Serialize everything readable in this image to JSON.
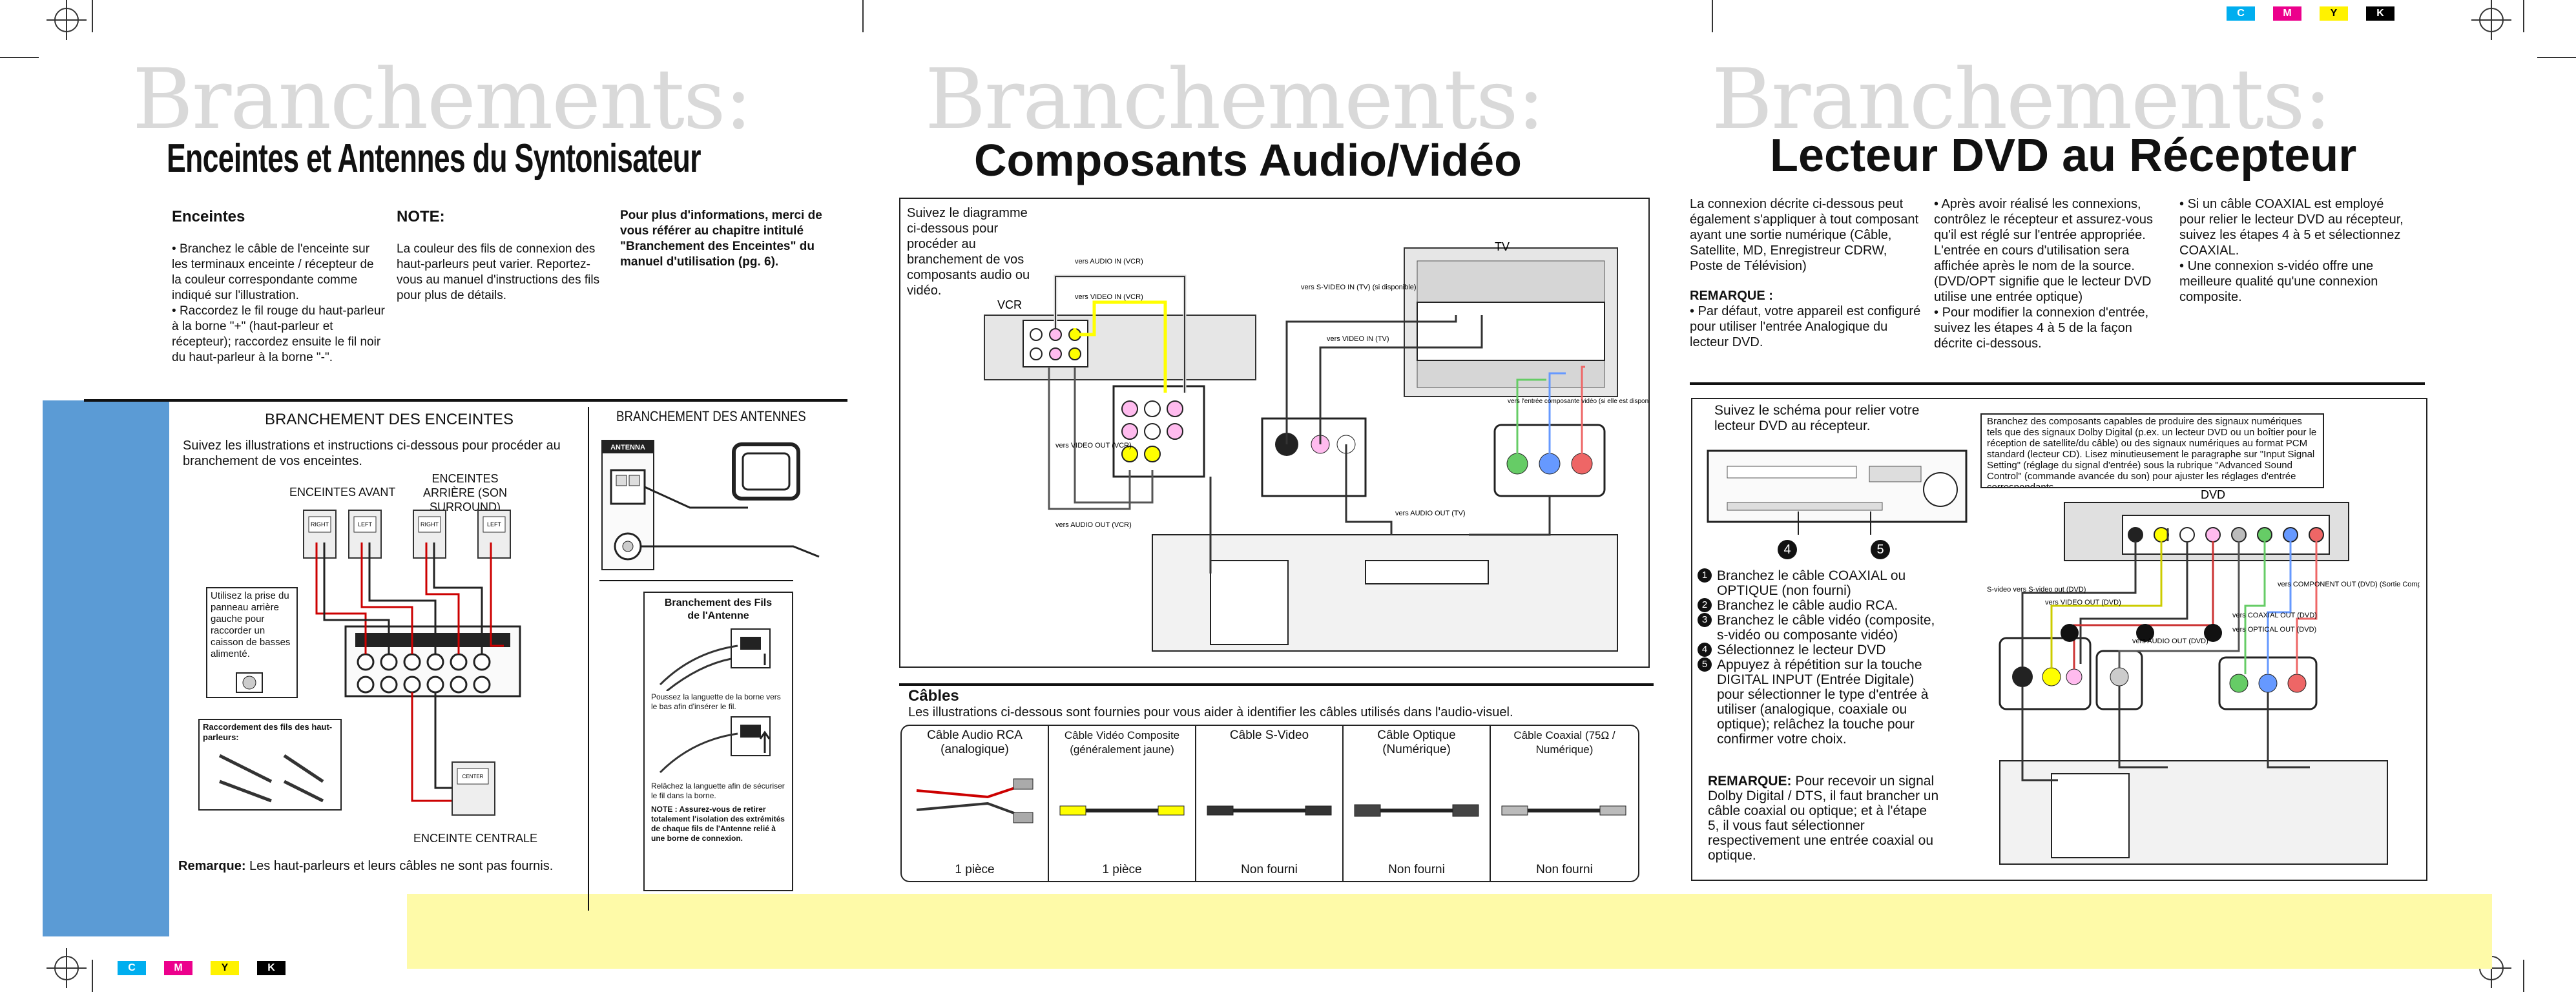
{
  "registration": {
    "cmyk": [
      "C",
      "M",
      "Y",
      "K"
    ],
    "colors": {
      "C": "#00aeef",
      "M": "#ec008c",
      "Y": "#fff200",
      "K": "#000000"
    }
  },
  "panel1": {
    "big_title": "Branchements:",
    "subtitle": "Enceintes et Antennes du Syntonisateur",
    "col1_head": "Enceintes",
    "col1_items": [
      "Branchez le câble de l'enceinte sur les terminaux enceinte / récepteur de la couleur correspondante comme indiqué sur l'illustration.",
      "Raccordez le fil rouge du haut-parleur à la borne \"+\" (haut-parleur et récepteur); raccordez ensuite le fil noir du haut-parleur à la borne \"-\"."
    ],
    "col2_head": "NOTE:",
    "col2_text": "La couleur des fils de connexion des haut-parleurs peut varier. Reportez-vous au manuel d'instructions des fils pour plus de détails.",
    "col3_text": "Pour plus d'informations, merci de vous référer au chapitre intitulé \"Branchement des Enceintes\" du manuel d'utilisation (pg. 6).",
    "speakers_head": "BRANCHEMENT DES ENCEINTES",
    "speakers_intro": "Suivez les illustrations et instructions ci-dessous pour procéder au branchement de vos enceintes.",
    "front_label": "ENCEINTES AVANT",
    "rear_label": "ENCEINTES ARRIÈRE (SON SURROUND)",
    "center_label": "ENCEINTE CENTRALE",
    "sub_note": "Utilisez la prise du panneau arrière gauche pour raccorder un caisson de basses alimenté.",
    "wire_note": "Raccordement des fils des haut-parleurs:",
    "spk_tags": [
      "RIGHT",
      "LEFT",
      "RIGHT",
      "LEFT",
      "CENTER"
    ],
    "antenna_head": "BRANCHEMENT DES ANTENNES",
    "antenna_tag": "ANTENNA",
    "fil_head": "Branchement des Fils de l'Antenne",
    "fil_step1": "Poussez la languette de la borne vers le bas afin d'insérer le fil.",
    "fil_step2": "Relâchez la languette afin de sécuriser le fil dans la borne.",
    "fil_note": "NOTE : Assurez-vous de retirer totalement l'isolation des extrémités de chaque fils de l'Antenne relié à une borne de connexion.",
    "remark_label": "Remarque:",
    "remark_text": " Les haut-parleurs et leurs câbles ne sont pas fournis."
  },
  "panel2": {
    "big_title": "Branchements:",
    "subtitle": "Composants Audio/Vidéo",
    "intro": "Suivez le diagramme ci-dessous pour procéder au branchement de vos composants audio ou vidéo.",
    "labels": {
      "vcr": "VCR",
      "tv": "TV",
      "audio_in_vcr": "vers AUDIO IN (VCR)",
      "video_in_vcr": "vers VIDEO IN (VCR)",
      "svideo_in_tv": "vers S-VIDEO IN (TV) (si disponible)",
      "video_in_tv": "vers VIDEO IN (TV)",
      "video_out_vcr": "vers VIDEO OUT (VCR)",
      "audio_out_vcr": "vers AUDIO OUT (VCR)",
      "audio_out_tv": "vers AUDIO OUT (TV)",
      "entry_tv": "vers l'entrée composante vidéo (si elle est disponible)"
    },
    "cables_head": "Câbles",
    "cables_intro": "Les illustrations ci-dessous sont fournies pour vous aider à identifier les câbles utilisés dans l'audio-visuel.",
    "cables": [
      {
        "name": "Câble Audio RCA (analogique)",
        "qty": "1 pièce"
      },
      {
        "name": "Câble Vidéo Composite (généralement jaune)",
        "qty": "1 pièce"
      },
      {
        "name": "Câble S-Video",
        "qty": "Non fourni"
      },
      {
        "name": "Câble Optique (Numérique)",
        "qty": "Non fourni"
      },
      {
        "name": "Câble Coaxial (75Ω / Numérique)",
        "qty": "Non fourni"
      }
    ]
  },
  "panel3": {
    "big_title": "Branchements:",
    "subtitle": "Lecteur DVD au Récepteur",
    "col1": "La connexion décrite ci-dessous peut également s'appliquer à tout composant ayant une sortie numérique (Câble, Satellite, MD, Enregistreur CDRW, Poste de Télévision)",
    "col1_remark_head": "REMARQUE :",
    "col1_remark": "Par défaut, votre appareil est configuré pour utiliser l'entrée Analogique du lecteur DVD.",
    "col2_items": [
      "Après avoir réalisé les connexions, contrôlez le récepteur et assurez-vous qu'il est réglé sur l'entrée appropriée. L'entrée en cours d'utilisation sera affichée après le nom de la source. (DVD/OPT signifie que le lecteur DVD utilise une entrée optique)",
      "Pour modifier la connexion d'entrée, suivez les étapes 4 à 5 de la façon décrite ci-dessous."
    ],
    "col3_items": [
      "Si un câble COAXIAL est employé pour relier le lecteur DVD au récepteur, suivez les étapes 4 à 5 et sélectionnez COAXIAL.",
      "Une connexion s-vidéo offre une meilleure qualité qu'une connexion composite."
    ],
    "schema_intro": "Suivez le schéma pour relier votre lecteur DVD au récepteur.",
    "dolby_note": "Branchez des composants capables de produire des signaux numériques tels que des signaux Dolby Digital (p.ex. un lecteur DVD ou un boîtier pour le réception de satellite/du câble) ou des signaux numériques au format PCM standard (lecteur CD). Lisez minutieusement le paragraphe sur \"Input Signal Setting\" (réglage du signal d'entrée) sous la rubrique \"Advanced Sound Control\" (commande avancée du son) pour ajuster les réglages d'entrée correspondants.",
    "steps": [
      "Branchez le câble COAXIAL ou OPTIQUE (non fourni)",
      "Branchez le câble  audio RCA.",
      "Branchez le câble vidéo (composite, s-vidéo ou composante vidéo)",
      "Sélectionnez le lecteur DVD",
      "Appuyez à répétition sur la touche DIGITAL INPUT (Entrée Digitale) pour sélectionner le type d'entrée à utiliser (analogique, coaxiale ou optique); relâchez la touche pour confirmer votre choix."
    ],
    "step_nums": [
      "1",
      "2",
      "3",
      "4",
      "5"
    ],
    "remark_label": "REMARQUE:",
    "remark_text": " Pour recevoir un signal Dolby Digital / DTS, il faut brancher un câble coaxial ou optique; et à l'étape 5, il vous faut sélectionner respectivement une entrée coaxial ou optique.",
    "labels": {
      "dvd": "DVD",
      "svideo_out": "S-video vers S-video out (DVD)",
      "video_out": "vers VIDEO OUT (DVD)",
      "audio_out": "vers AUDIO OUT (DVD)",
      "coaxial_out": "vers COAXIAL OUT (DVD)",
      "optical_out": "vers OPTICAL OUT (DVD)",
      "component_out": "vers COMPONENT OUT (DVD) (Sortie Composant (DVD) - Si disponible)"
    }
  }
}
